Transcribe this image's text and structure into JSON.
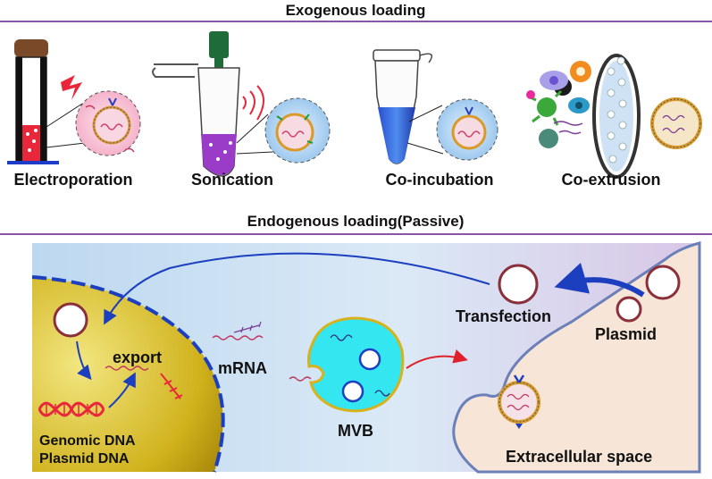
{
  "top": {
    "title": "Exogenous loading",
    "methods": [
      "Electroporation",
      "Sonication",
      "Co-incubation",
      "Co-extrusion"
    ]
  },
  "bottom": {
    "title": "Endogenous loading(Passive)",
    "labels": {
      "export": "export",
      "mrna": "mRNA",
      "mvb": "MVB",
      "transfection": "Transfection",
      "plasmid": "Plasmid",
      "genomic": "Genomic DNA",
      "plasmid_dna": "Plasmid DNA",
      "extracellular": "Extracellular space"
    }
  },
  "colors": {
    "divider": "#8a55a8",
    "nucleus": "#c8a812",
    "cell_bg": "#b9d6ef",
    "mvb": "#34e6f0",
    "vesicle_ring": "#8b2f3a",
    "arrow_blue": "#1b3fbf",
    "arrow_red": "#e0202a"
  }
}
